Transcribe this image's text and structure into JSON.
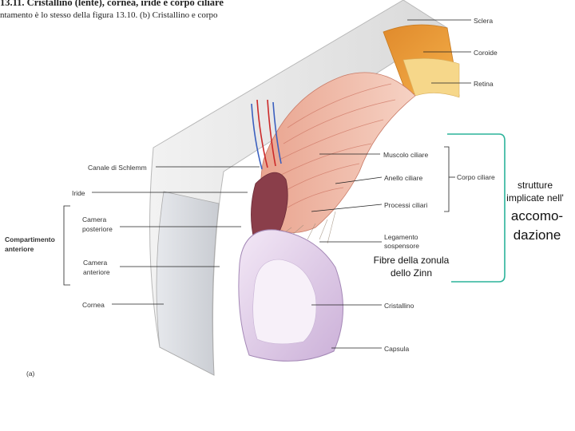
{
  "header": {
    "title": "13.11. Cristallino (lente), cornea, iride e corpo ciliare",
    "subtitle": "ntamento è lo stesso della figura 13.10. (b) Cristallino e corpo"
  },
  "labels": {
    "sclera": "Sclera",
    "coroide": "Coroide",
    "retina": "Retina",
    "muscolo_ciliare": "Muscolo ciliare",
    "anello_ciliare": "Anello ciliare",
    "processi_ciliari": "Processi ciliari",
    "corpo_ciliare": "Corpo ciliare",
    "canale_schlemm": "Canale di Schlemm",
    "iride": "Iride",
    "camera_posteriore_1": "Camera",
    "camera_posteriore_2": "posteriore",
    "camera_anteriore_1": "Camera",
    "camera_anteriore_2": "anteriore",
    "compartimento_1": "Compartimento",
    "compartimento_2": "anteriore",
    "legamento_1": "Legamento",
    "legamento_2": "sospensore",
    "cornea": "Cornea",
    "cristallino": "Cristallino",
    "capsula": "Capsula",
    "panel": "(a)"
  },
  "annotation": {
    "fibre_1": "Fibre della zonula",
    "fibre_2": "dello Zinn",
    "strutture_1": "strutture",
    "strutture_2": "implicate nell'",
    "accomo_1": "accomo-",
    "accomo_2": "dazione",
    "bracket_color": "#2bb39a"
  }
}
